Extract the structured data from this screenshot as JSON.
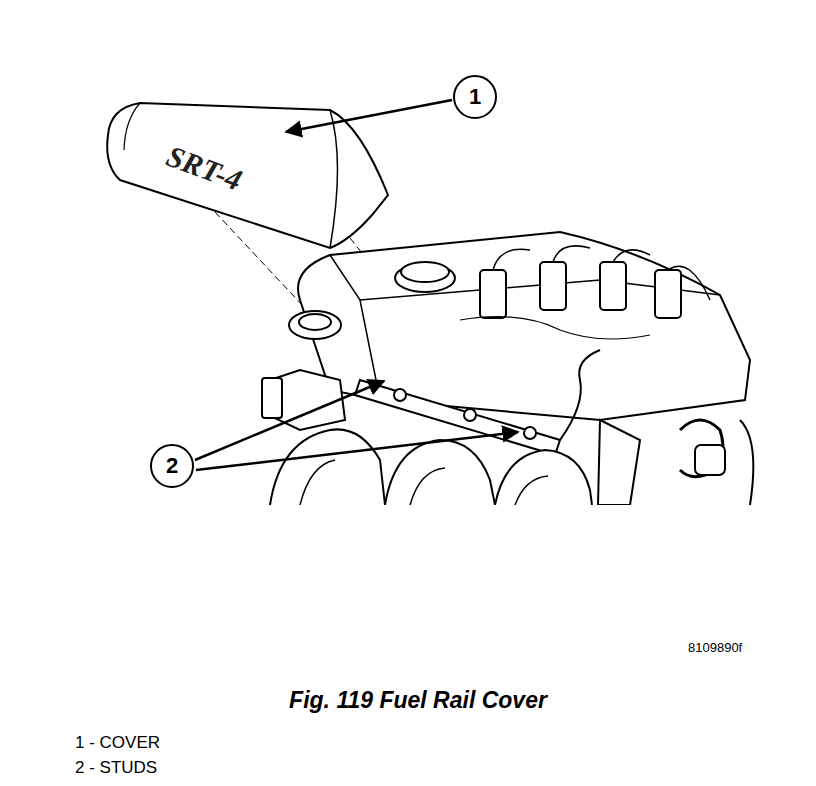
{
  "diagram": {
    "caption": "Fig. 119 Fuel Rail Cover",
    "nodes": [
      {
        "text": [
          "1"
        ]
      },
      {
        "text": [
          "2"
        ]
      }
    ],
    "labels": [
      "SRT-4",
      "8109890f",
      "1 - COVER",
      "2 - STUDS"
    ]
  }
}
